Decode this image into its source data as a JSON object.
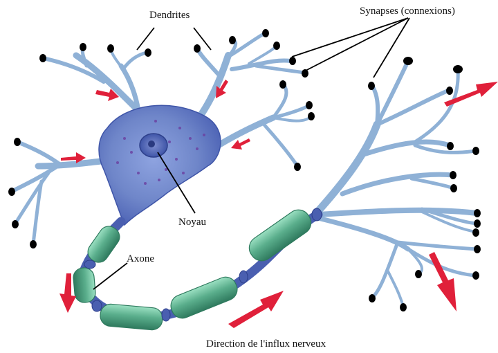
{
  "labels": {
    "dendrites": "Dendrites",
    "synapses": "Synapses (connexions)",
    "noyau": "Noyau",
    "axone": "Axone",
    "direction": "Direction de l'influx nerveux"
  },
  "colors": {
    "soma": "#6f86c9",
    "soma_dark": "#3f55a8",
    "dendrite": "#8fb1d6",
    "dendrite_edge": "#6a8fbd",
    "myelin": "#5aae8c",
    "myelin_dark": "#2f7a5e",
    "node": "#4a5fb0",
    "arrow": "#e0203a",
    "terminal": "#000000"
  }
}
